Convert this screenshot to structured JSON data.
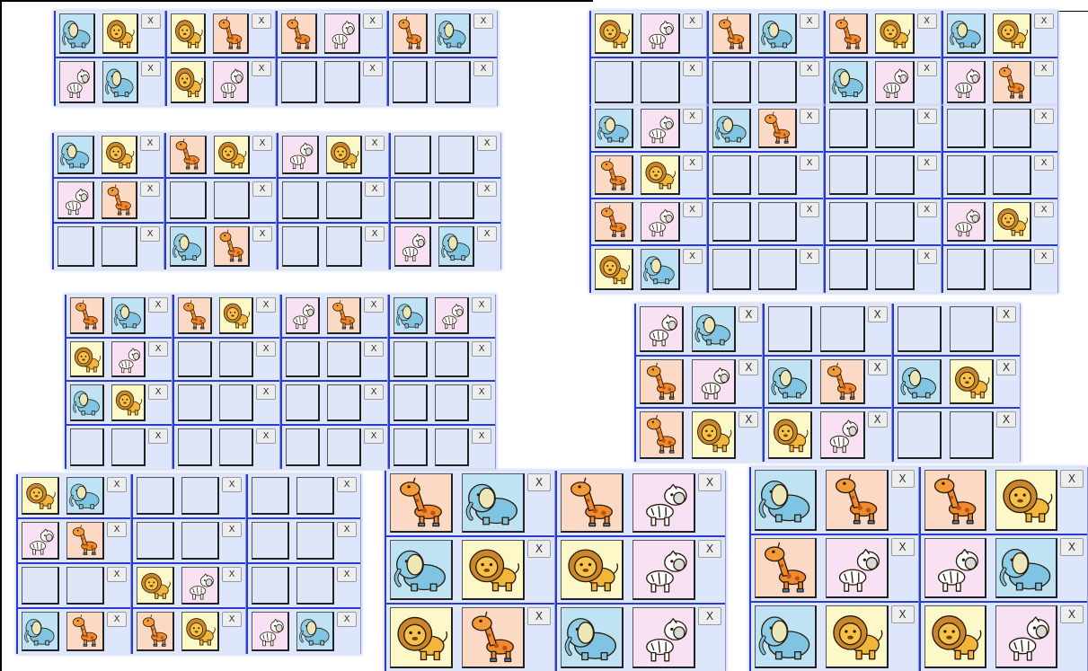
{
  "button_label": "X",
  "animal_colors": {
    "elephant": "#bfe3f4",
    "lion": "#fdf8c8",
    "giraffe": "#fbd9c4",
    "zebra": "#f7e1f3"
  },
  "boards": [
    {
      "id": "b1",
      "cols": [
        [
          [
            "elephant",
            "lion"
          ],
          [
            "zebra",
            "elephant"
          ]
        ],
        [
          [
            "lion",
            "giraffe"
          ],
          [
            "lion",
            "zebra"
          ]
        ],
        [
          [
            "giraffe",
            "zebra"
          ],
          [
            "",
            ""
          ]
        ],
        [
          [
            "giraffe",
            "elephant"
          ],
          [
            "",
            ""
          ]
        ]
      ]
    },
    {
      "id": "b2",
      "cols": [
        [
          [
            "lion",
            "zebra"
          ],
          [
            "",
            ""
          ]
        ],
        [
          [
            "giraffe",
            "elephant"
          ],
          [
            "",
            ""
          ]
        ],
        [
          [
            "giraffe",
            "lion"
          ],
          [
            "elephant",
            "zebra"
          ]
        ],
        [
          [
            "elephant",
            "lion"
          ],
          [
            "zebra",
            "giraffe"
          ]
        ]
      ]
    },
    {
      "id": "b3",
      "cols": [
        [
          [
            "elephant",
            "lion"
          ],
          [
            "zebra",
            "giraffe"
          ],
          [
            "",
            ""
          ]
        ],
        [
          [
            "giraffe",
            "lion"
          ],
          [
            "",
            ""
          ],
          [
            "elephant",
            "giraffe"
          ]
        ],
        [
          [
            "zebra",
            "lion"
          ],
          [
            "",
            ""
          ],
          [
            "",
            ""
          ]
        ],
        [
          [
            "",
            ""
          ],
          [
            "",
            ""
          ],
          [
            "zebra",
            "elephant"
          ]
        ]
      ]
    },
    {
      "id": "b4",
      "cols": [
        [
          [
            "elephant",
            "zebra"
          ],
          [
            "giraffe",
            "lion"
          ],
          [
            "giraffe",
            "zebra"
          ],
          [
            "lion",
            "elephant"
          ]
        ],
        [
          [
            "elephant",
            "giraffe"
          ],
          [
            "",
            ""
          ],
          [
            "",
            ""
          ],
          [
            "",
            ""
          ]
        ],
        [
          [
            "",
            ""
          ],
          [
            "",
            ""
          ],
          [
            "",
            ""
          ],
          [
            "",
            ""
          ]
        ],
        [
          [
            "",
            ""
          ],
          [
            "",
            ""
          ],
          [
            "zebra",
            "lion"
          ],
          [
            "",
            ""
          ]
        ]
      ]
    },
    {
      "id": "b5",
      "cols": [
        [
          [
            "giraffe",
            "elephant"
          ],
          [
            "lion",
            "zebra"
          ],
          [
            "elephant",
            "lion"
          ],
          [
            "",
            ""
          ]
        ],
        [
          [
            "giraffe",
            "lion"
          ],
          [
            "",
            ""
          ],
          [
            "",
            ""
          ],
          [
            "",
            ""
          ]
        ],
        [
          [
            "zebra",
            "giraffe"
          ],
          [
            "",
            ""
          ],
          [
            "",
            ""
          ],
          [
            "",
            ""
          ]
        ],
        [
          [
            "elephant",
            "zebra"
          ],
          [
            "",
            ""
          ],
          [
            "",
            ""
          ],
          [
            "",
            ""
          ]
        ]
      ]
    },
    {
      "id": "b6",
      "cols": [
        [
          [
            "zebra",
            "elephant"
          ],
          [
            "giraffe",
            "zebra"
          ],
          [
            "giraffe",
            "lion"
          ]
        ],
        [
          [
            "",
            ""
          ],
          [
            "elephant",
            "giraffe"
          ],
          [
            "lion",
            "zebra"
          ]
        ],
        [
          [
            "",
            ""
          ],
          [
            "elephant",
            "lion"
          ],
          [
            "",
            ""
          ]
        ]
      ]
    },
    {
      "id": "b7",
      "cols": [
        [
          [
            "lion",
            "elephant"
          ],
          [
            "zebra",
            "giraffe"
          ],
          [
            "",
            ""
          ],
          [
            "elephant",
            "giraffe"
          ]
        ],
        [
          [
            "",
            ""
          ],
          [
            "",
            ""
          ],
          [
            "lion",
            "zebra"
          ],
          [
            "giraffe",
            "lion"
          ]
        ],
        [
          [
            "",
            ""
          ],
          [
            "",
            ""
          ],
          [
            "",
            ""
          ],
          [
            "zebra",
            "elephant"
          ]
        ]
      ]
    },
    {
      "id": "b8",
      "cols": [
        [
          [
            "giraffe",
            "elephant"
          ],
          [
            "elephant",
            "lion"
          ],
          [
            "lion",
            "giraffe"
          ]
        ],
        [
          [
            "giraffe",
            "zebra"
          ],
          [
            "lion",
            "zebra"
          ],
          [
            "elephant",
            "zebra"
          ]
        ]
      ]
    },
    {
      "id": "b9",
      "cols": [
        [
          [
            "elephant",
            "giraffe"
          ],
          [
            "giraffe",
            "zebra"
          ],
          [
            "elephant",
            "lion"
          ]
        ],
        [
          [
            "giraffe",
            "lion"
          ],
          [
            "zebra",
            "elephant"
          ],
          [
            "lion",
            "zebra"
          ]
        ]
      ]
    }
  ]
}
